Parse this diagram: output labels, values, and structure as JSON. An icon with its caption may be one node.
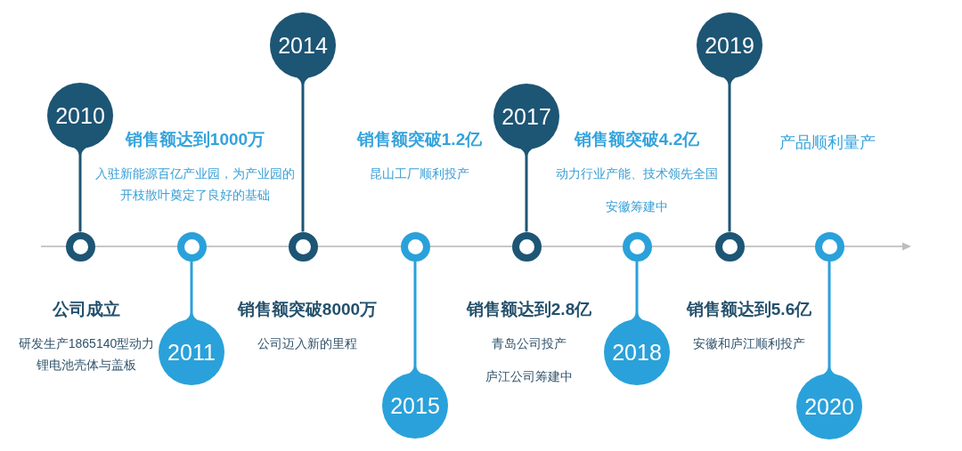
{
  "diagram": {
    "nodes": [
      {
        "text": [
          "2010"
        ]
      },
      {
        "text": [],
        "shape": "circle"
      },
      {
        "text": [
          "2011"
        ]
      },
      {
        "text": [],
        "shape": "circle"
      },
      {
        "text": [
          "2014"
        ]
      },
      {
        "text": [],
        "shape": "circle"
      },
      {
        "text": [
          "2015"
        ]
      },
      {
        "text": [],
        "shape": "circle"
      },
      {
        "text": [
          "2017"
        ]
      },
      {
        "text": [],
        "shape": "circle"
      },
      {
        "text": [
          "2018"
        ]
      },
      {
        "text": [],
        "shape": "circle"
      },
      {
        "text": [
          "2019"
        ]
      },
      {
        "text": [],
        "shape": "circle"
      },
      {
        "text": [
          "2020"
        ]
      },
      {
        "text": [],
        "shape": "circle"
      }
    ],
    "edges": [
      {
        "from": 1,
        "to": 0,
        "arrow": "none"
      },
      {
        "from": 3,
        "to": 2,
        "arrow": "none",
        "color": "#2aa1da"
      },
      {
        "from": 5,
        "to": 4,
        "arrow": "none"
      },
      {
        "from": 7,
        "to": 6,
        "arrow": "none",
        "color": "#2aa1da"
      },
      {
        "from": 9,
        "to": 8,
        "arrow": "none"
      },
      {
        "from": 11,
        "to": 10,
        "arrow": "none",
        "color": "#2aa1da"
      },
      {
        "from": 13,
        "to": 12,
        "arrow": "none"
      },
      {
        "from": 15,
        "to": 14,
        "arrow": "none",
        "color": "#2aa1da"
      }
    ],
    "labels": [
      "公司成立",
      "研发生产1865140型动力锂电池壳体与盖板",
      "销售额达到1000万",
      "入驻新能源百亿产业园，为产业园的开枝散叶奠定了良好的基础",
      "销售额突破8000万",
      "公司迈入新的里程",
      "销售额突破1.2亿",
      "昆山工厂顺利投产",
      "销售额达到2.8亿",
      "青岛公司投产",
      "庐江公司筹建中",
      "销售额突破4.2亿",
      "动力行业产能、技术领先全国",
      "安徽筹建中",
      "销售额达到5.6亿",
      "安徽和庐江顺利投产",
      "产品顺利量产"
    ]
  }
}
